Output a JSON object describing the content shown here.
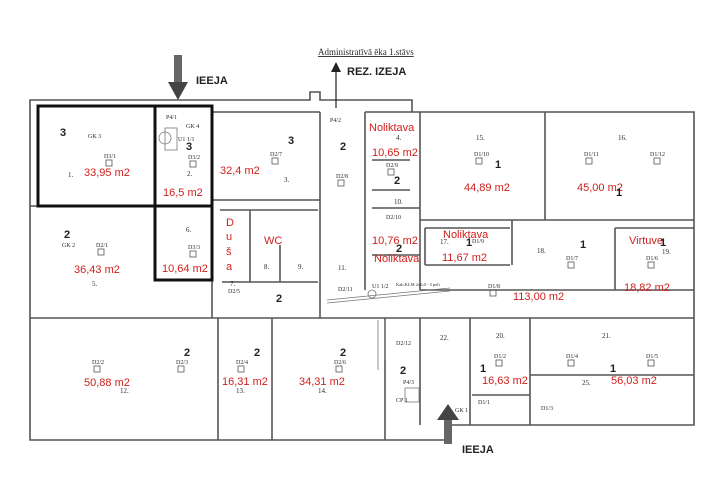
{
  "header": {
    "building_title": "Administratīvā ēka 1.stāvs",
    "rez_entrance": "REZ. IZEJA",
    "entrance_top": "IEEJA",
    "entrance_bottom": "IEEJA",
    "stair_note": "Kab.KLM 2x6,0 - 5 peli"
  },
  "areas": [
    {
      "id": "r1",
      "text": "33,95 m2"
    },
    {
      "id": "r2",
      "text": "16,5 m2"
    },
    {
      "id": "r3",
      "text": "32,4 m2"
    },
    {
      "id": "r4",
      "text": "10,65 m2"
    },
    {
      "id": "r5",
      "text": "44,89 m2"
    },
    {
      "id": "r6",
      "text": "45,00 m2"
    },
    {
      "id": "r7",
      "text": "10,64 m2"
    },
    {
      "id": "r8",
      "text": "36,43 m2"
    },
    {
      "id": "r9",
      "text": "10,76 m2"
    },
    {
      "id": "r10",
      "text": "11,67 m2"
    },
    {
      "id": "r11",
      "text": "113,00 m2"
    },
    {
      "id": "r12",
      "text": "18,82 m2"
    },
    {
      "id": "r13",
      "text": "50,88 m2"
    },
    {
      "id": "r14",
      "text": "16,31 m2"
    },
    {
      "id": "r15",
      "text": "34,31 m2"
    },
    {
      "id": "r16",
      "text": "16,63 m2"
    },
    {
      "id": "r17",
      "text": "56,03 m2"
    }
  ],
  "room_labels": {
    "noliktava_1": "Noliktava",
    "noliktava_2": "Noliktava",
    "noliktava_3": "Noliktava",
    "virtuve": "Virtuve",
    "wc": "WC",
    "dusa": [
      "D",
      "u",
      "š",
      "a"
    ]
  },
  "room_numbers": [
    "1.",
    "2.",
    "3.",
    "4.",
    "5.",
    "6.",
    "7.",
    "8.",
    "9.",
    "10.",
    "11.",
    "12.",
    "13.",
    "14.",
    "15.",
    "16.",
    "17.",
    "18.",
    "19.",
    "20.",
    "21.",
    "22.",
    "25."
  ],
  "equipment": [
    "GK 3",
    "GK 4",
    "P4/1",
    "U1 1/1",
    "D3/1",
    "D3/2",
    "D3/3",
    "D2/7",
    "P4/2",
    "D2/9",
    "D2/8",
    "D2/10",
    "D1/9",
    "D1/10",
    "D1/11",
    "D1/12",
    "D1/7",
    "D1/6",
    "D1/8",
    "GK 2",
    "D2/1",
    "D2/2",
    "D2/3",
    "D2/4",
    "D2/5",
    "D2/6",
    "D2/11",
    "D2/12",
    "U1 1/2",
    "P4/3",
    "CP 1",
    "GK 1",
    "D1/1",
    "D1/2",
    "D1/3",
    "D1/4",
    "D1/5"
  ],
  "hand_marks": [
    "3",
    "3",
    "3",
    "2",
    "2",
    "2",
    "2",
    "2",
    "2",
    "2",
    "2",
    "2",
    "1",
    "1",
    "1",
    "1",
    "1",
    "1",
    "1"
  ]
}
